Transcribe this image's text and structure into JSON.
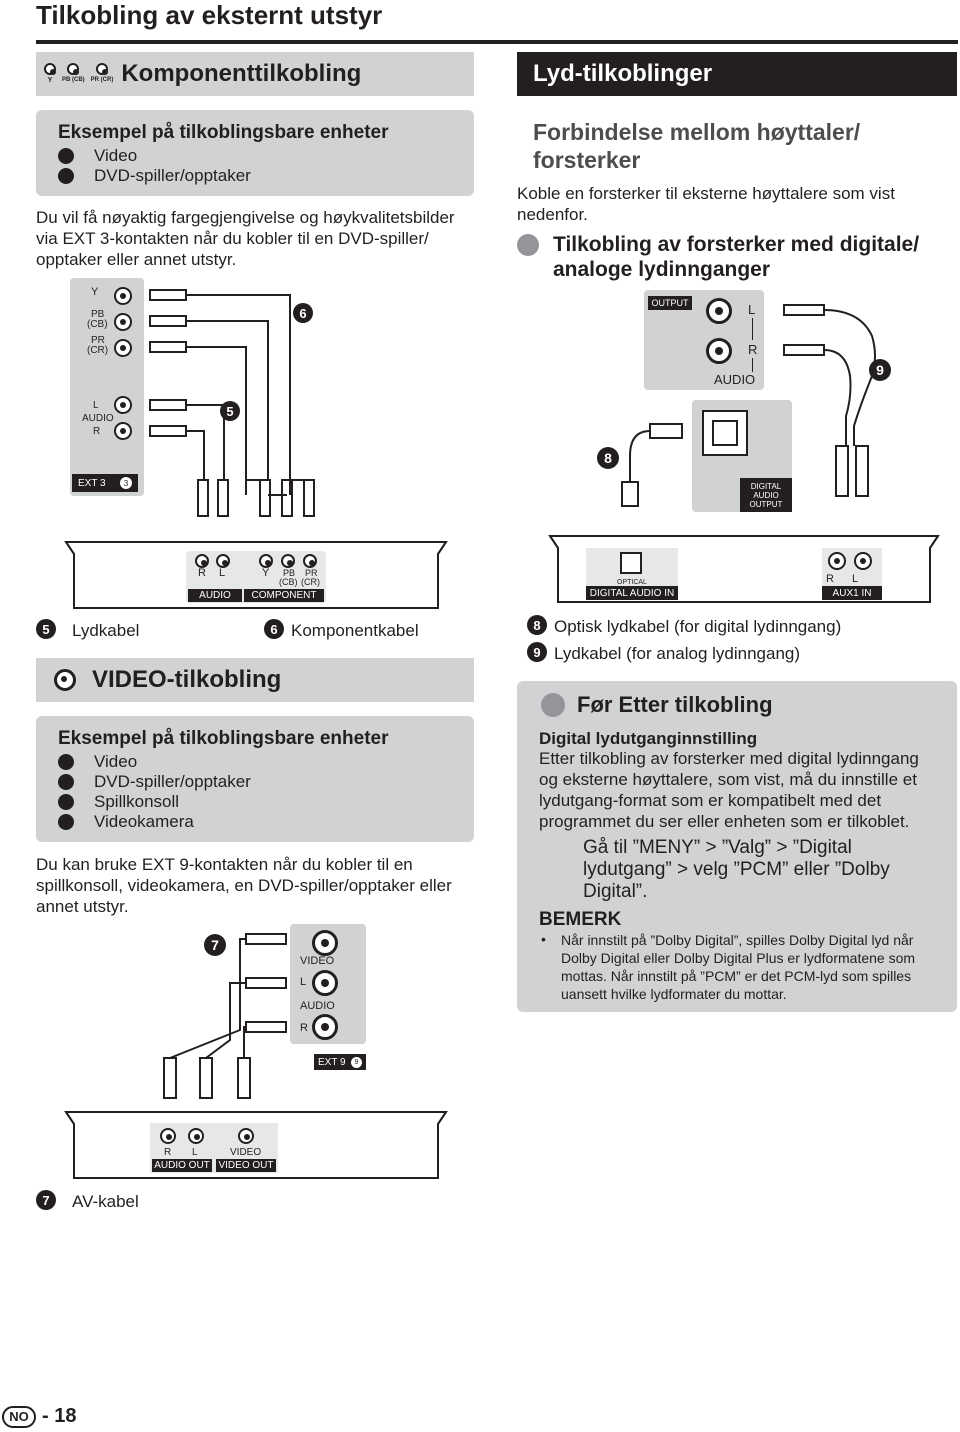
{
  "page": {
    "title": "Tilkobling av eksternt utstyr",
    "page_no_badge": "NO",
    "page_number": "- 18"
  },
  "component": {
    "heading": "Komponenttilkobling",
    "icon_labels": [
      "Y",
      "PB (CB)",
      "PR (CR)"
    ],
    "examples_title": "Eksempel på tilkoblingsbare enheter",
    "examples": [
      "Video",
      "DVD-spiller/opptaker"
    ],
    "description": "Du vil få nøyaktig fargegjengivelse og høykvalitetsbilder via EXT 3-kontakten når du kobler til en DVD-spiller/ opptaker eller annet utstyr.",
    "tv_panel": {
      "y": "Y",
      "pb": "PB",
      "cb": "(CB)",
      "pr": "PR",
      "cr": "(CR)",
      "l": "L",
      "audio": "AUDIO",
      "r": "R",
      "ext_label": "EXT 3",
      "ext_num": "3"
    },
    "device": {
      "r": "R",
      "l": "L",
      "y": "Y",
      "pb": "PB",
      "cb": "(CB)",
      "pr": "PR",
      "cr": "(CR)",
      "audio": "AUDIO",
      "component": "COMPONENT"
    },
    "callout_5": "5",
    "callout_6": "6",
    "legend_5_num": "5",
    "legend_5": "Lydkabel",
    "legend_6_num": "6",
    "legend_6": "Komponentkabel"
  },
  "video": {
    "heading": "VIDEO-tilkobling",
    "examples_title": "Eksempel på tilkoblingsbare enheter",
    "examples": [
      "Video",
      "DVD-spiller/opptaker",
      "Spillkonsoll",
      "Videokamera"
    ],
    "description": "Du kan bruke EXT 9-kontakten når du kobler til en spillkonsoll, videokamera, en DVD-spiller/opptaker eller annet utstyr.",
    "tv_panel": {
      "video": "VIDEO",
      "l": "L",
      "audio": "AUDIO",
      "r": "R",
      "ext_label": "EXT 9",
      "ext_num": "9"
    },
    "device": {
      "r": "R",
      "l": "L",
      "video": "VIDEO",
      "audio_out": "AUDIO OUT",
      "video_out": "VIDEO OUT"
    },
    "callout_7": "7",
    "legend_7_num": "7",
    "legend_7": "AV-kabel"
  },
  "audio": {
    "heading": "Lyd-tilkoblinger",
    "subheading": "Forbindelse mellom høyttaler/ forsterker",
    "intro": "Koble en forsterker til eksterne høyttalere som vist nedenfor.",
    "amp_heading": "Tilkobling av forsterker med digitale/ analoge lydinnganger",
    "tv_panel": {
      "output": "OUTPUT",
      "l": "L",
      "r": "R",
      "audio": "AUDIO",
      "digital_audio_output": "DIGITAL AUDIO OUTPUT"
    },
    "amp": {
      "optical": "OPTICAL",
      "digital_audio_in": "DIGITAL AUDIO IN",
      "r": "R",
      "l": "L",
      "aux1_in": "AUX1 IN"
    },
    "callout_8": "8",
    "callout_9": "9",
    "legend_8_num": "8",
    "legend_8": "Optisk lydkabel (for digital lydinngang)",
    "legend_9_num": "9",
    "legend_9": "Lydkabel (for analog lydinngang)"
  },
  "before": {
    "heading": "Før Etter tilkobling",
    "subtitle": "Digital lydutganginnstilling",
    "body": "Etter tilkobling av forsterker med digital lydinngang og eksterne høyttalere, som vist, må du innstille et lydutgang-format som er kompatibelt med det programmet du ser eller enheten som er tilkoblet.",
    "instruction": "Gå til ”MENY” > ”Valg” > ”Digital lydutgang” > velg ”PCM” eller ”Dolby Digital”.",
    "note_title": "BEMERK",
    "note_bullet": "•",
    "note": "Når innstilt på ”Dolby Digital”, spilles Dolby Digital lyd når Dolby Digital eller Dolby Digital Plus er lydformatene som mottas. Når innstilt på ”PCM” er det PCM-lyd som spilles uansett hvilke lydformater du mottar."
  },
  "colors": {
    "grey_band": "#d1d2d4",
    "dark": "#231f20",
    "page_bg": "#ffffff"
  }
}
